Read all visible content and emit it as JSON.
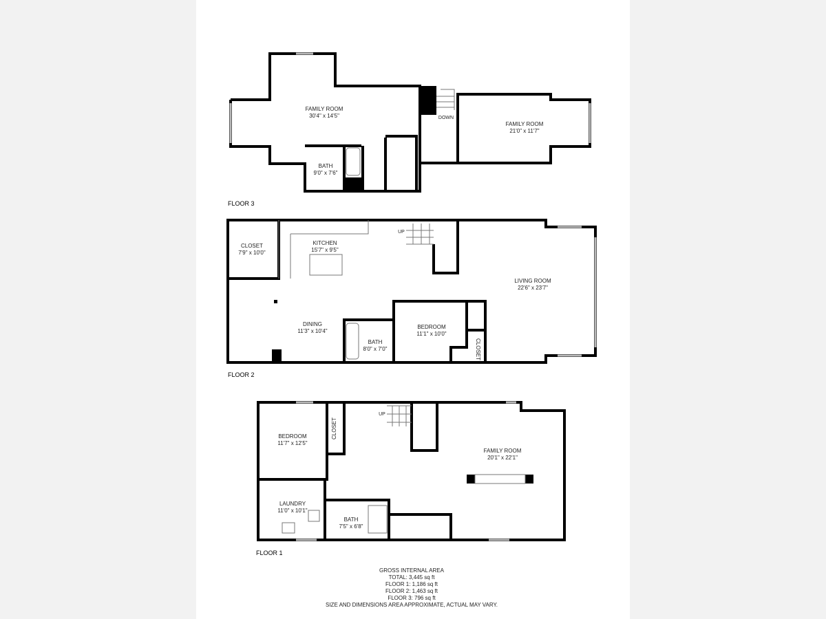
{
  "floors": {
    "floor3": {
      "label": "FLOOR 3",
      "rooms": [
        {
          "name": "FAMILY ROOM",
          "dims": "30'4\" x 14'5\""
        },
        {
          "name": "BATH",
          "dims": "9'0\" x 7'6\""
        },
        {
          "name": "FAMILY ROOM",
          "dims": "21'0\" x 11'7\""
        }
      ],
      "stair_label": "DOWN"
    },
    "floor2": {
      "label": "FLOOR 2",
      "rooms": [
        {
          "name": "CLOSET",
          "dims": "7'9\" x 10'0\""
        },
        {
          "name": "KITCHEN",
          "dims": "15'7\" x 9'5\""
        },
        {
          "name": "LIVING ROOM",
          "dims": "22'6\" x 23'7\""
        },
        {
          "name": "DINING",
          "dims": "11'3\" x 10'4\""
        },
        {
          "name": "BATH",
          "dims": "8'0\" x 7'0\""
        },
        {
          "name": "BEDROOM",
          "dims": "11'1\" x 10'0\""
        }
      ],
      "closet_label": "CLOSET",
      "stair_label": "UP"
    },
    "floor1": {
      "label": "FLOOR 1",
      "rooms": [
        {
          "name": "BEDROOM",
          "dims": "11'7\" x 12'5\""
        },
        {
          "name": "FAMILY ROOM",
          "dims": "20'1\" x 22'1\""
        },
        {
          "name": "LAUNDRY",
          "dims": "11'0\" x 10'1\""
        },
        {
          "name": "BATH",
          "dims": "7'5\" x 6'8\""
        }
      ],
      "closet_label": "CLOSET",
      "stair_label": "UP"
    }
  },
  "area_summary": {
    "title": "GROSS INTERNAL AREA",
    "total": "TOTAL: 3,445 sq ft",
    "floor1": "FLOOR 1: 1,186 sq ft",
    "floor2": "FLOOR 2: 1,463 sq ft",
    "floor3": "FLOOR 3: 796 sq ft",
    "disclaimer": "SIZE AND DIMENSIONS AREA APPROXIMATE, ACTUAL MAY VARY."
  }
}
